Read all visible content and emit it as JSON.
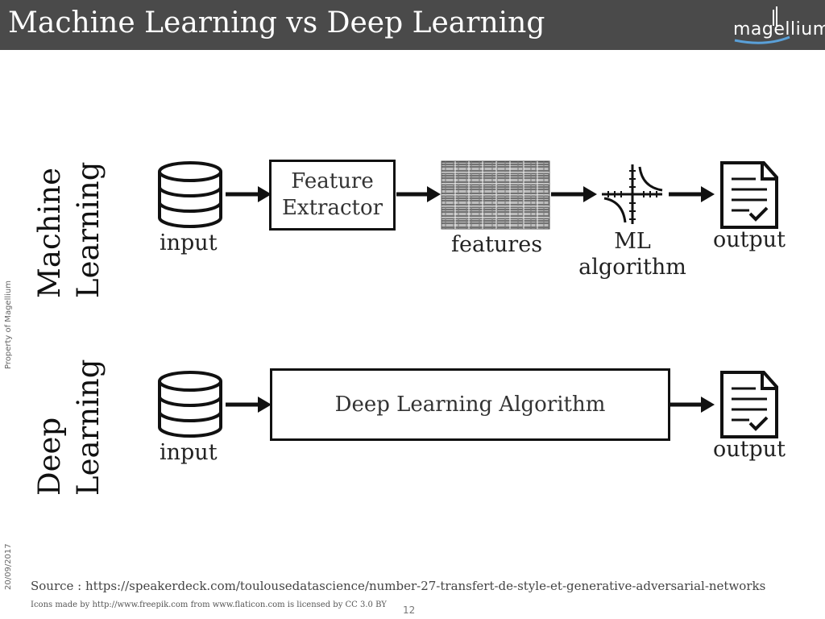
{
  "header": {
    "title": "Machine Learning vs Deep Learning",
    "logo_text": "magellium"
  },
  "side": {
    "property": "Property of Magellium",
    "date": "20/09/2017"
  },
  "ml_row": {
    "title_line1": "Machine",
    "title_line2": "Learning",
    "input_label": "input",
    "extractor_line1": "Feature",
    "extractor_line2": "Extractor",
    "features_label": "features",
    "algo_line1": "ML",
    "algo_line2": "algorithm",
    "output_label": "output"
  },
  "dl_row": {
    "title_line1": "Deep",
    "title_line2": "Learning",
    "input_label": "input",
    "algorithm_label": "Deep Learning Algorithm",
    "output_label": "output"
  },
  "footer": {
    "source": "Source : https://speakerdeck.com/toulousedatascience/number-27-transfert-de-style-et-generative-adversarial-networks",
    "credits": "Icons made by http://www.freepik.com from www.flaticon.com  is licensed by CC 3.0 BY",
    "page_number": "12"
  }
}
